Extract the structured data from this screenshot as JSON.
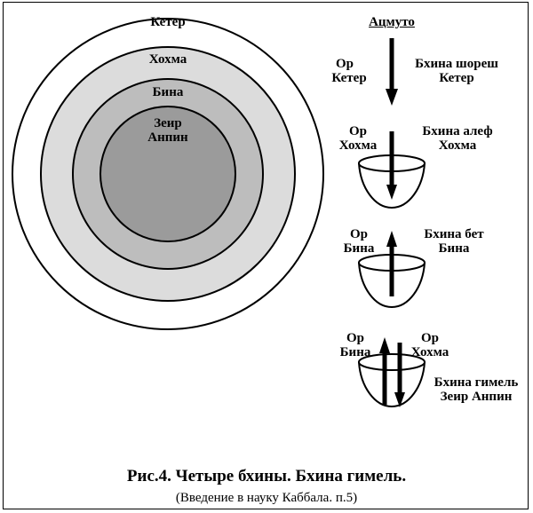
{
  "circles": {
    "keter": "Кетер",
    "hokhma": "Хохма",
    "bina": "Бина",
    "zeir_anpin": [
      "Зеир",
      "Анпин"
    ]
  },
  "colors": {
    "ring_keter": "#ffffff",
    "ring_hokhma": "#dcdcdc",
    "ring_bina": "#bdbdbd",
    "ring_zeir_anpin": "#9b9b9b",
    "vessel_fill": "#ffffff"
  },
  "column_title": "Ацмуто",
  "stages": [
    {
      "left": [
        "Ор",
        "Кетер"
      ],
      "right": [
        "Бхина шореш",
        "Кетер"
      ]
    },
    {
      "left": [
        "Ор",
        "Хохма"
      ],
      "right": [
        "Бхина алеф",
        "Хохма"
      ]
    },
    {
      "left": [
        "Ор",
        "Бина"
      ],
      "right": [
        "Бхина бет",
        "Бина"
      ]
    },
    {
      "left": [
        "Ор",
        "Бина"
      ],
      "top_right": [
        "Ор",
        "Хохма"
      ],
      "right": [
        "Бхина гимель",
        "Зеир Анпин"
      ]
    }
  ],
  "caption": "Рис.4. Четыре бхины. Бхина гимель.",
  "subcaption": "(Введение в науку Каббала. п.5)"
}
